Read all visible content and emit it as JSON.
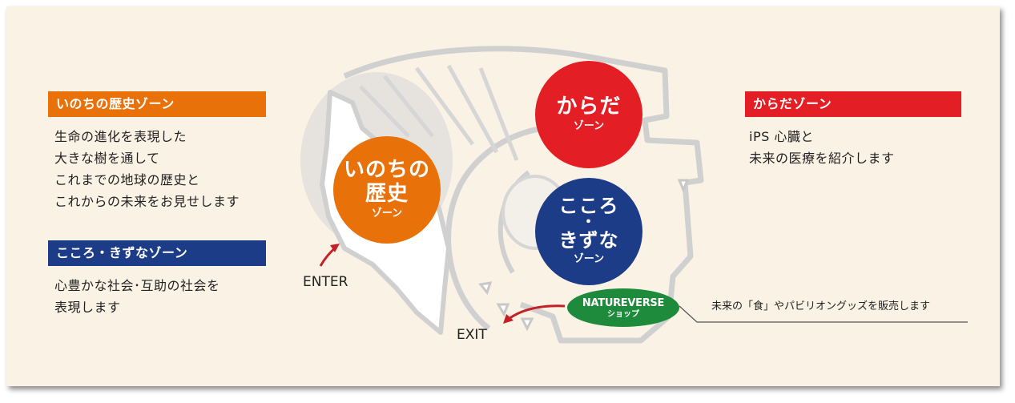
{
  "colors": {
    "background": "#fbf2e6",
    "orange": "#e8710a",
    "red": "#e31e24",
    "navy": "#1d3c88",
    "green": "#1e8a3c",
    "arrow": "#c42127",
    "map_outline": "#cfcfcf"
  },
  "left_panel": {
    "history": {
      "label": "いのちの歴史ゾーン",
      "lines": [
        "生命の進化を表現した",
        "大きな樹を通して",
        "これまでの地球の歴史と",
        "これからの未来をお見せします"
      ]
    },
    "kokoro": {
      "label": "こころ・きずなゾーン",
      "lines": [
        "心豊かな社会･互助の社会を",
        "表現します"
      ]
    }
  },
  "right_panel": {
    "karada": {
      "label": "からだゾーン",
      "lines": [
        "iPS 心臓と",
        "未来の医療を紹介します"
      ]
    }
  },
  "map": {
    "history_circle": {
      "line1": "いのちの",
      "line2": "歴史",
      "zone": "ゾーン"
    },
    "karada_circle": {
      "line1": "からだ",
      "zone": "ゾーン"
    },
    "kokoro_circle": {
      "line1": "こころ",
      "dot": "・",
      "line2": "きずな",
      "zone": "ゾーン"
    },
    "shop": {
      "name": "NATUREVERSE",
      "sub": "ショップ"
    },
    "shop_note": "未来の「食」やパビリオングッズを販売します",
    "enter_label": "ENTER",
    "exit_label": "EXIT"
  }
}
